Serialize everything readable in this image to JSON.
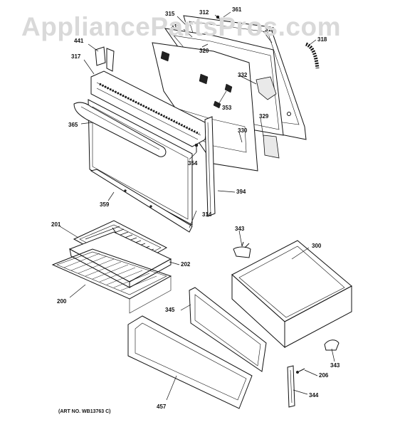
{
  "watermark": "AppliancePartsPros.com",
  "art_number": "(ART NO. WB13763 C)",
  "parts": {
    "p315": "315",
    "p312": "312",
    "p361": "361",
    "p319": "319",
    "p316": "316",
    "p318": "318",
    "p441": "441",
    "p320": "320",
    "p317": "317",
    "p332": "332",
    "p353": "353",
    "p329": "329",
    "p365": "365",
    "p330": "330",
    "p354": "354",
    "p394": "394",
    "p359": "359",
    "p314": "314",
    "p343a": "343",
    "p300": "300",
    "p201": "201",
    "p202": "202",
    "p200": "200",
    "p345": "345",
    "p343b": "343",
    "p206": "206",
    "p344": "344",
    "p457": "457"
  }
}
